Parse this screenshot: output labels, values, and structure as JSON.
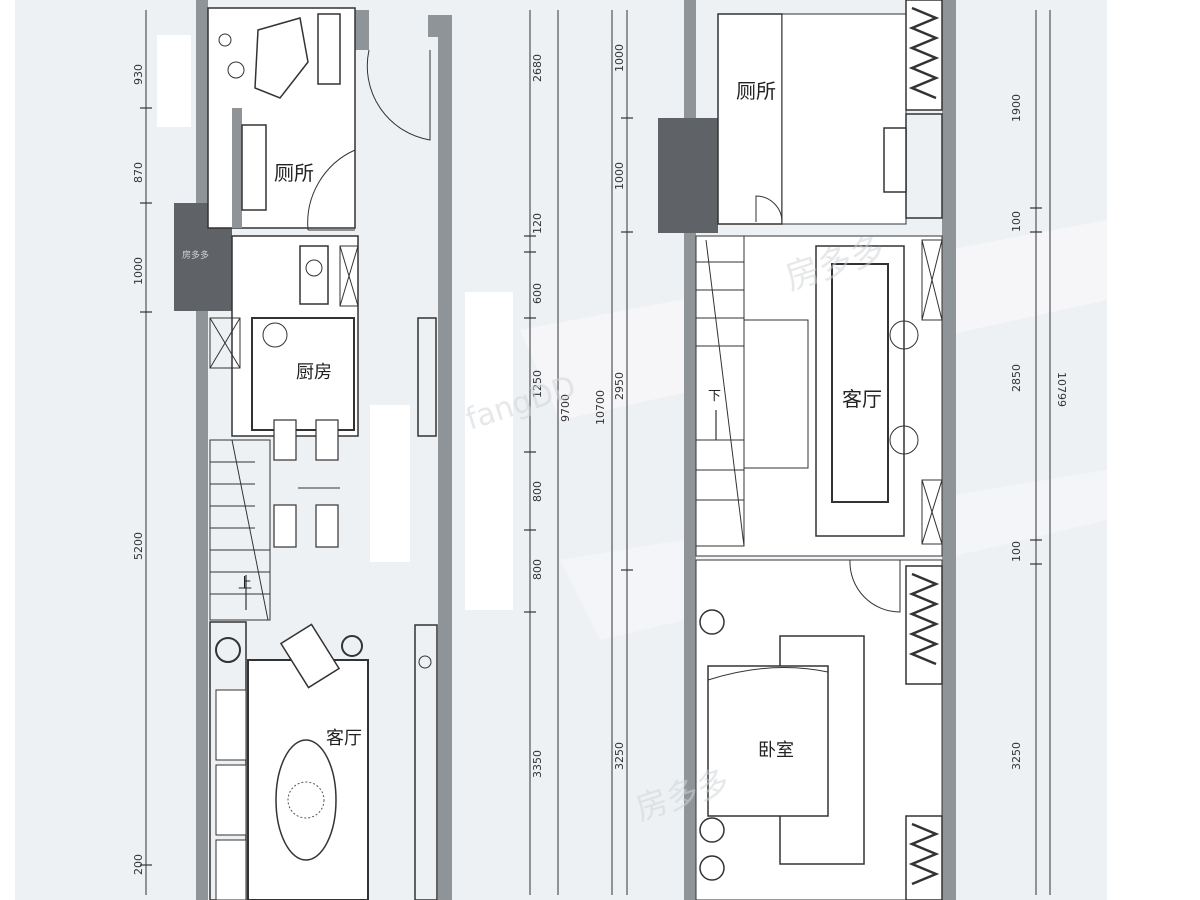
{
  "floor1": {
    "rooms": {
      "toilet": "厕所",
      "kitchen": "厨房",
      "living": "客厅",
      "up": "上"
    },
    "dims_left": [
      "930",
      "870",
      "1000",
      "5200",
      "200"
    ],
    "dims_right": [
      "2680",
      "120",
      "600",
      "1250",
      "800",
      "800",
      "3350"
    ],
    "dims_total": "9700",
    "dims_total_outer": "10700"
  },
  "floor2": {
    "rooms": {
      "toilet": "厕所",
      "living": "客厅",
      "bedroom": "卧室",
      "down": "下"
    },
    "dims_left": [
      "1000",
      "1000",
      "2950",
      "3250"
    ],
    "dims_right": [
      "1900",
      "100",
      "2850",
      "100",
      "3250"
    ],
    "dims_total": "10799"
  },
  "watermark": {
    "brand": "房多多",
    "sub": "fangDD"
  },
  "colors": {
    "wall": "#8f9499",
    "column": "#5f6266",
    "line": "#333333",
    "bg": "#eef1f4"
  }
}
